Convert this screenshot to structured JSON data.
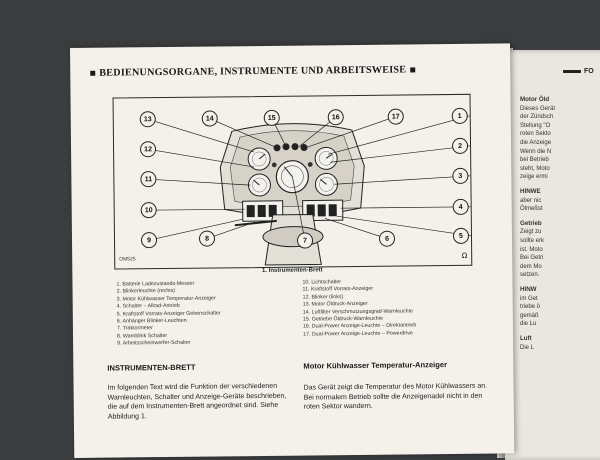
{
  "page": {
    "heading": "BEDIENUNGSORGANE, INSTRUMENTE UND ARBEITSWEISE",
    "figure_code": "OM525",
    "figure_caption": "1.   Instrumenten-Brett",
    "callouts": [
      "1",
      "2",
      "3",
      "4",
      "5",
      "6",
      "7",
      "8",
      "9",
      "10",
      "11",
      "12",
      "13",
      "14",
      "15",
      "16",
      "17"
    ],
    "legend_left": [
      "1.  Batterie Ladezustands-Messer",
      "2.  Blinkerleuchte (rechts)",
      "3.  Motor Kühlwasser Temperatur-Anzeiger",
      "4.  Schalter – Allrad-Antrieb",
      "5.  Kraftstoff Vorrats-Anzeiger Gebenschalter",
      "6.  Anhänger Blinker-Leuchten",
      "7.  Traktormeter",
      "8.  Warnblink Schalter",
      "9.  Arbeitsscheinwerfer-Schalter"
    ],
    "legend_right": [
      "10.  Lichtschalter",
      "11.  Kraftstoff Vorrats-Anzeiger",
      "12.  Blinker (links)",
      "13.  Motor Öldruck-Anzeiger",
      "14.  Luftfilter Verschmutzungsgrad-Warnleuchte",
      "15.  Getriebe Öldruck-Warnleuchte",
      "16.  Dual-Power Anzeige-Leuchte – Direktantrieb",
      "17.  Dual-Power Anzeige-Leuchte – Powerdrive"
    ],
    "section_left_title": "INSTRUMENTEN-BRETT",
    "section_left_text": "Im folgenden Text wird die Funktion der verschiedenen Warnleuchten, Schalter und Anzeige-Geräte beschrieben, die auf dem Instrumenten-Brett angeordnet sind. Siehe Abbildung 1.",
    "section_right_title": "Motor Kühlwasser Temperatur-Anzeiger",
    "section_right_text": "Das Gerät zeigt die Temperatur des Motor Kühlwassers an. Bei normalem Betrieb sollte die Anzeigenadel nicht in den roten Sektor wandern."
  },
  "page2": {
    "heading": "FO",
    "lines": [
      {
        "t": "Motor Öld",
        "b": true
      },
      {
        "t": "Dieses Gerät",
        "b": false
      },
      {
        "t": "der Zündsch",
        "b": false
      },
      {
        "t": "Stellung \"O",
        "b": false
      },
      {
        "t": "roten Sekto",
        "b": false
      },
      {
        "t": "die Anzeige",
        "b": false
      },
      {
        "t": "Wenn die N",
        "b": false
      },
      {
        "t": "bei Betrieb",
        "b": false
      },
      {
        "t": "steht, Moto",
        "b": false
      },
      {
        "t": "zeige ermi",
        "b": false
      },
      {
        "t": "",
        "b": false
      },
      {
        "t": "HINWE",
        "b": true
      },
      {
        "t": "aber nic",
        "b": false
      },
      {
        "t": "Ölmeßst",
        "b": false
      },
      {
        "t": "",
        "b": false
      },
      {
        "t": "Getrieb",
        "b": true
      },
      {
        "t": "Zeigt zu",
        "b": false
      },
      {
        "t": "sollte erk",
        "b": false
      },
      {
        "t": "ist. Moto",
        "b": false
      },
      {
        "t": "Bei Getri",
        "b": false
      },
      {
        "t": "dem Mo",
        "b": false
      },
      {
        "t": "setzen.",
        "b": false
      },
      {
        "t": "",
        "b": false
      },
      {
        "t": "HINW",
        "b": true
      },
      {
        "t": "im Get",
        "b": false
      },
      {
        "t": "triebe ö",
        "b": false
      },
      {
        "t": "gemäß",
        "b": false
      },
      {
        "t": "die Lu",
        "b": false
      },
      {
        "t": "",
        "b": false
      },
      {
        "t": "Luft",
        "b": true
      },
      {
        "t": "Die L",
        "b": false
      }
    ]
  }
}
